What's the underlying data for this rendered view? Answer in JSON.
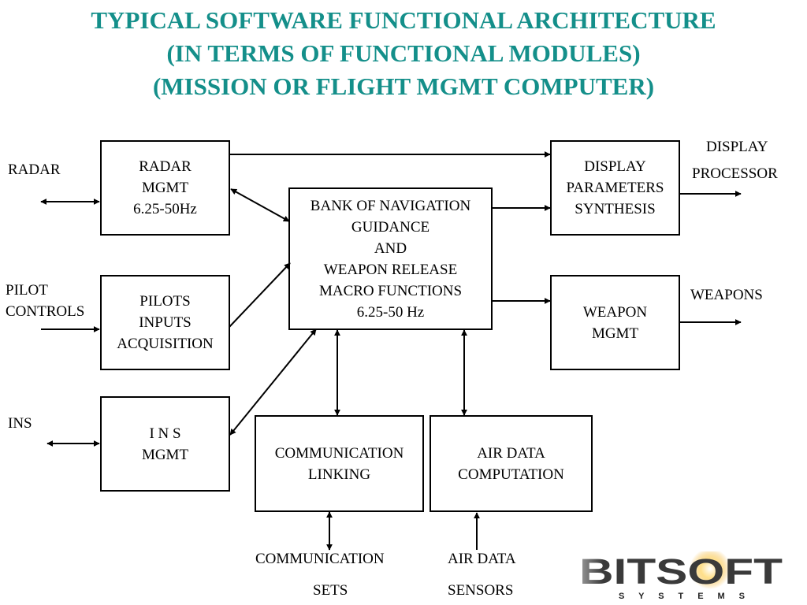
{
  "title": {
    "line1": "TYPICAL SOFTWARE FUNCTIONAL ARCHITECTURE",
    "line2": "(IN TERMS OF FUNCTIONAL MODULES)",
    "line3": "(MISSION OR FLIGHT MGMT COMPUTER)"
  },
  "boxes": {
    "radar_mgmt": [
      "RADAR",
      "MGMT",
      "6.25-50Hz"
    ],
    "pilots_inputs": [
      "PILOTS",
      "INPUTS",
      "ACQUISITION"
    ],
    "ins_mgmt": [
      "I N S",
      "MGMT"
    ],
    "navigation_bank": [
      "BANK OF NAVIGATION",
      "GUIDANCE",
      "AND",
      "WEAPON RELEASE",
      "MACRO FUNCTIONS",
      "6.25-50 Hz"
    ],
    "display_params": [
      "DISPLAY",
      "PARAMETERS",
      "SYNTHESIS"
    ],
    "weapon_mgmt": [
      "WEAPON",
      "MGMT"
    ],
    "comm_linking": [
      "COMMUNICATION",
      "LINKING"
    ],
    "air_data": [
      "AIR DATA",
      "COMPUTATION"
    ]
  },
  "labels": {
    "radar": "RADAR",
    "pilot_controls_1": "PILOT",
    "pilot_controls_2": "CONTROLS",
    "ins": "INS",
    "display_processor_1": "DISPLAY",
    "display_processor_2": "PROCESSOR",
    "weapons": "WEAPONS",
    "comm_sets_1": "COMMUNICATION",
    "comm_sets_2": "SETS",
    "air_data_sensors_1": "AIR DATA",
    "air_data_sensors_2": "SENSORS"
  },
  "logo": {
    "name": "BITSOFT",
    "tagline": "S Y S T E M S"
  },
  "colors": {
    "title": "#148f8a",
    "lines": "#000000",
    "logo_text": "#3a3a3a",
    "logo_sun": "#f2b233"
  }
}
